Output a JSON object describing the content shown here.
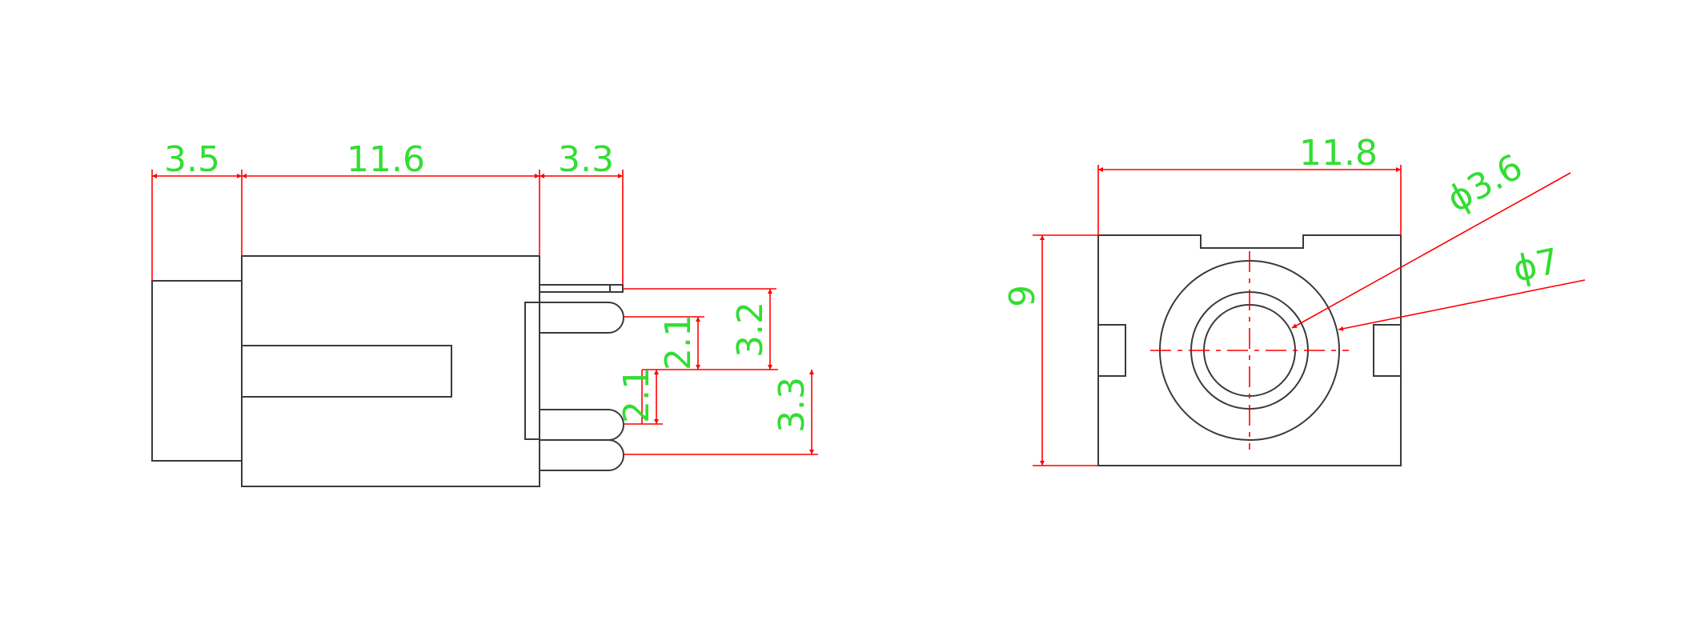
{
  "side_view": {
    "dims": {
      "body_left_width": "3.5",
      "body_length": "11.6",
      "pin_extension": "3.3",
      "pin_offset_top": "3.2",
      "pin_pitch_upper": "2.1",
      "pin_pitch_lower": "2.1",
      "pin_offset_bottom": "3.3"
    }
  },
  "front_view": {
    "dims": {
      "width": "11.8",
      "height": "9",
      "inner_diameter": "ϕ3.6",
      "outer_diameter": "ϕ7"
    }
  },
  "colors": {
    "outline": "#3a3a3a",
    "dimension_line": "#ff0000",
    "dimension_text": "#33dd33"
  }
}
